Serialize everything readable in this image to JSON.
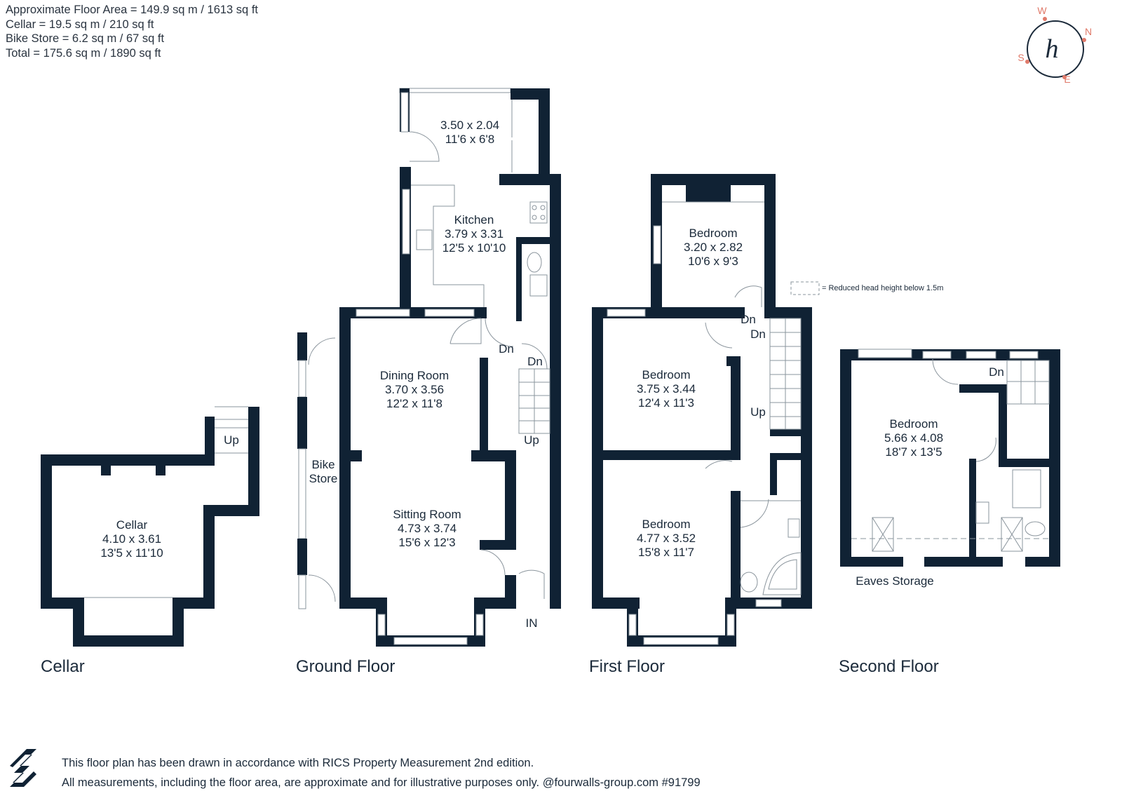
{
  "areas": {
    "floor_area": "Approximate Floor Area = 149.9 sq m / 1613 sq ft",
    "cellar": "Cellar = 19.5 sq m / 210 sq ft",
    "bike_store": "Bike Store = 6.2 sq m / 67 sq ft",
    "total": "Total = 175.6 sq m / 1890 sq ft"
  },
  "compass": {
    "w": "W",
    "n": "N",
    "s": "S",
    "e": "E",
    "logo_letter": "h"
  },
  "legend": {
    "reduced_head": "= Reduced head height below 1.5m"
  },
  "floors": {
    "cellar": {
      "title": "Cellar",
      "room": {
        "name": "Cellar",
        "metric": "4.10 x 3.61",
        "imperial": "13'5 x 11'10"
      },
      "stair": "Up"
    },
    "ground": {
      "title": "Ground Floor",
      "utility": {
        "metric": "3.50 x 2.04",
        "imperial": "11'6 x 6'8"
      },
      "kitchen": {
        "name": "Kitchen",
        "metric": "3.79 x 3.31",
        "imperial": "12'5 x 10'10"
      },
      "dining": {
        "name": "Dining Room",
        "metric": "3.70 x 3.56",
        "imperial": "12'2 x 11'8"
      },
      "sitting": {
        "name": "Sitting Room",
        "metric": "4.73 x 3.74",
        "imperial": "15'6 x 12'3"
      },
      "bike": {
        "line1": "Bike",
        "line2": "Store"
      },
      "dn1": "Dn",
      "dn2": "Dn",
      "up": "Up",
      "entrance": "IN"
    },
    "first": {
      "title": "First Floor",
      "bed_rear": {
        "name": "Bedroom",
        "metric": "3.20 x 2.82",
        "imperial": "10'6 x 9'3"
      },
      "bed_mid": {
        "name": "Bedroom",
        "metric": "3.75 x 3.44",
        "imperial": "12'4 x 11'3"
      },
      "bed_front": {
        "name": "Bedroom",
        "metric": "4.77 x 3.52",
        "imperial": "15'8 x 11'7"
      },
      "dn1": "Dn",
      "dn2": "Dn",
      "up": "Up"
    },
    "second": {
      "title": "Second Floor",
      "bedroom": {
        "name": "Bedroom",
        "metric": "5.66 x 4.08",
        "imperial": "18'7 x 13'5"
      },
      "eaves": "Eaves Storage",
      "dn": "Dn"
    }
  },
  "footer": {
    "line1": "This floor plan has been drawn in accordance with RICS Property Measurement 2nd edition.",
    "line2": "All measurements, including the floor area, are approximate and for illustrative purposes only. @fourwalls-group.com #91799"
  },
  "colors": {
    "wall": "#102234",
    "accent": "#e07a6a"
  }
}
